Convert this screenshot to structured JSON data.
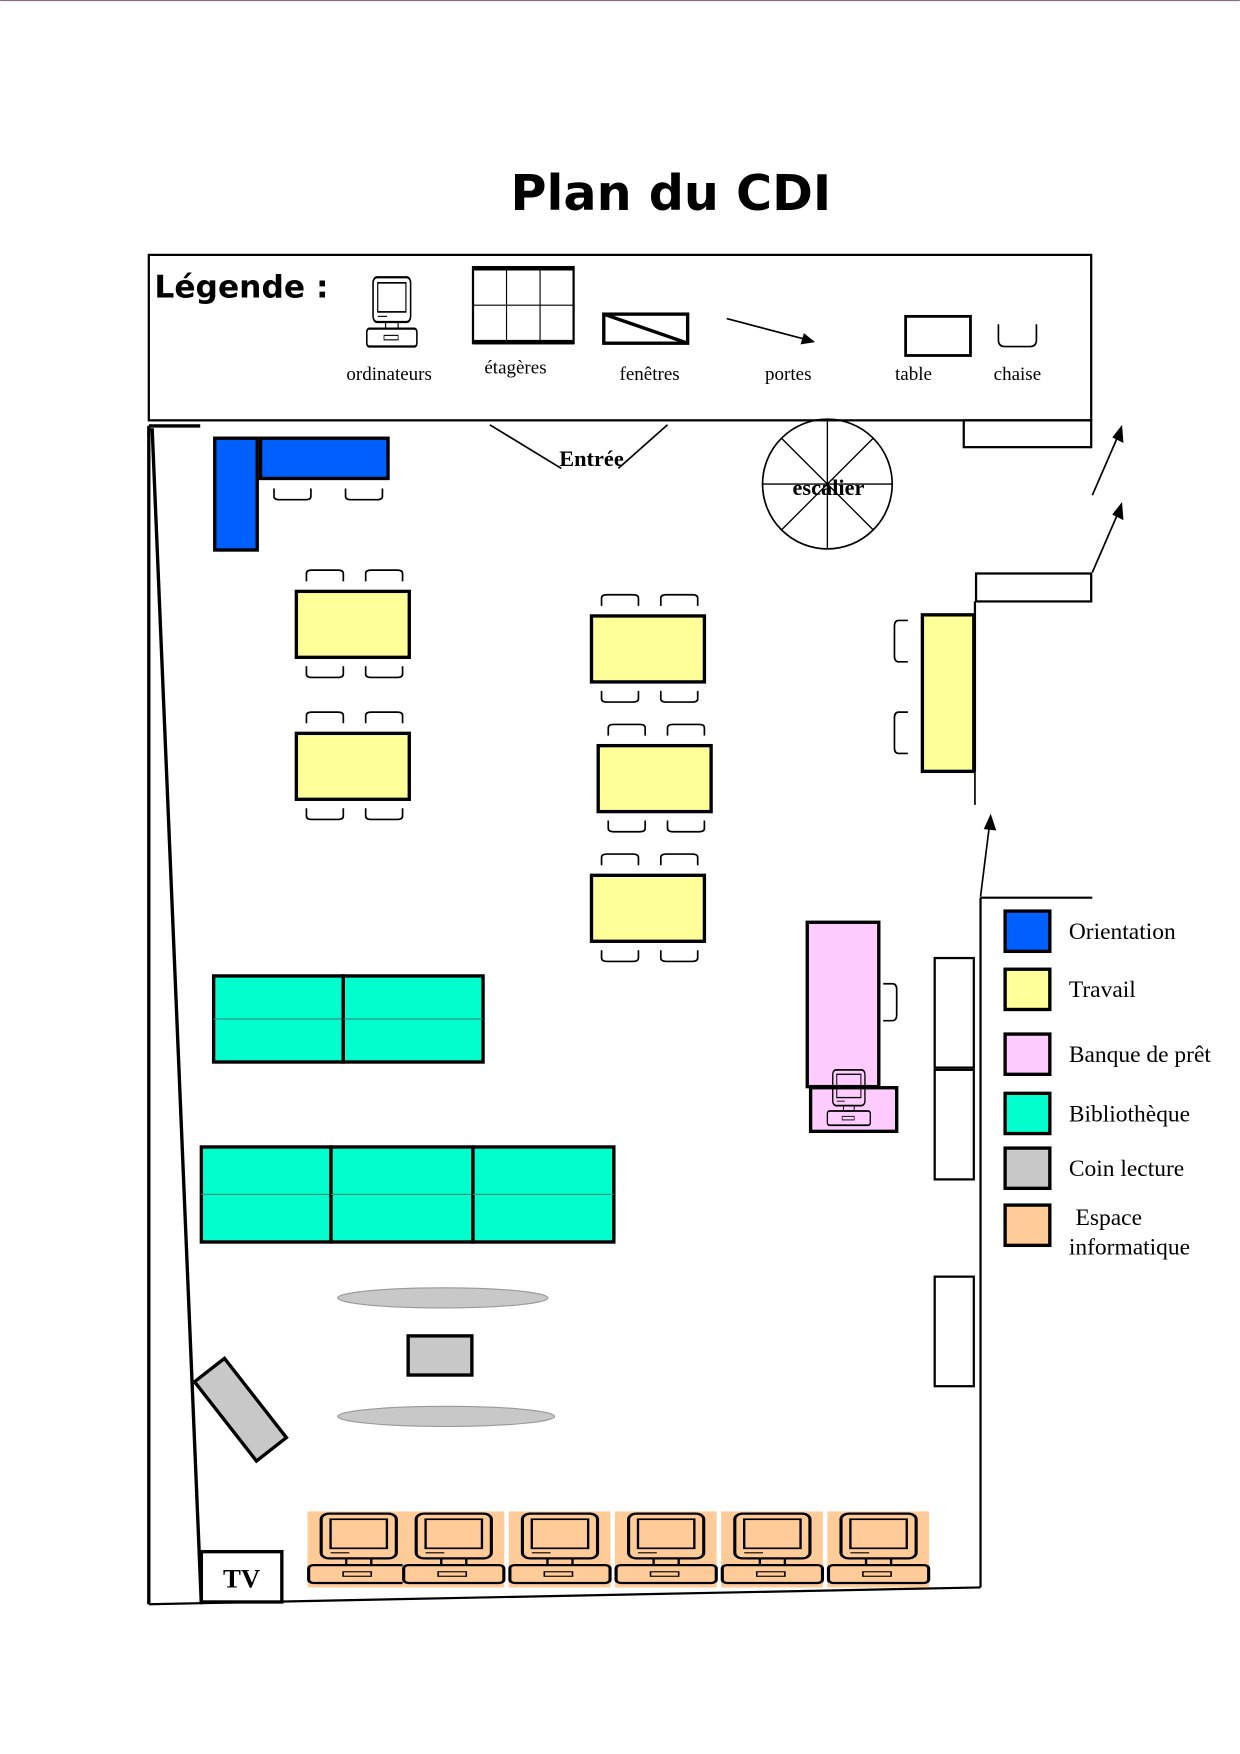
{
  "title": "Plan du CDI",
  "legend_top": {
    "heading": "Légende :",
    "items": [
      "ordinateurs",
      "étagères",
      "fenêtres",
      "portes",
      "table",
      "chaise"
    ]
  },
  "labels": {
    "entrance": "Entrée",
    "stairs": "escalier",
    "tv": "TV"
  },
  "zones": [
    {
      "label": "Orientation",
      "color": "#0060ff"
    },
    {
      "label": "Travail",
      "color": "#ffff99"
    },
    {
      "label": "Banque de prêt",
      "color": "#ffccff"
    },
    {
      "label": "Bibliothèque",
      "color": "#00ffcc"
    },
    {
      "label": "Coin lecture",
      "color": "#c8c8c8"
    },
    {
      "label": "Espace",
      "label2": "informatique",
      "color": "#ffcc99"
    }
  ]
}
